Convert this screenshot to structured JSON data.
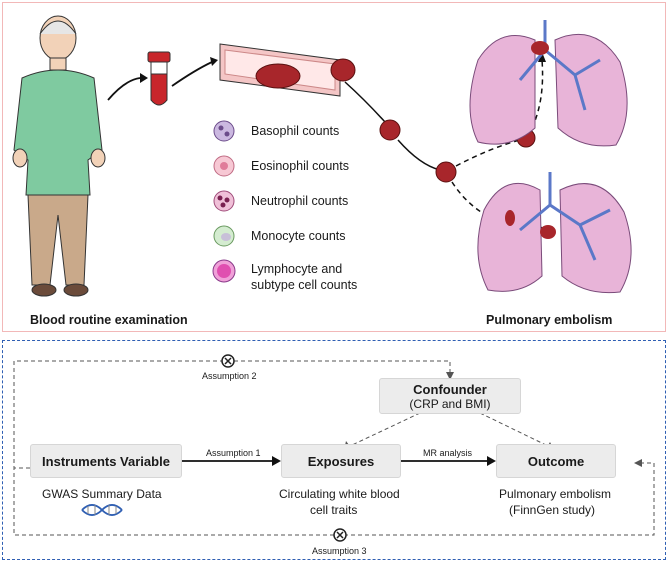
{
  "top_panel": {
    "cells": [
      {
        "label": "Basophil counts",
        "icon": "basophil-icon",
        "color": "#9b7fb6"
      },
      {
        "label": "Eosinophil counts",
        "icon": "eosinophil-icon",
        "color": "#f0a8b8"
      },
      {
        "label": "Neutrophil counts",
        "icon": "neutrophil-icon",
        "color": "#d88bb0"
      },
      {
        "label": "Monocyte counts",
        "icon": "monocyte-icon",
        "color": "#b8d8b0"
      },
      {
        "label": "Lymphocyte and",
        "label2": "subtype cell counts",
        "icon": "lymphocyte-icon",
        "color": "#e04fb0"
      }
    ],
    "left_caption": "Blood routine examination",
    "right_caption": "Pulmonary embolism"
  },
  "bottom_panel": {
    "confounder_title": "Confounder",
    "confounder_sub": "(CRP and BMI)",
    "assumption2": "Assumption 2",
    "assumption1": "Assumption 1",
    "assumption3": "Assumption 3",
    "mr_label": "MR analysis",
    "iv_title": "Instruments Variable",
    "iv_sub": "GWAS Summary Data",
    "exposures_title": "Exposures",
    "exposures_sub1": "Circulating white blood",
    "exposures_sub2": "cell traits",
    "outcome_title": "Outcome",
    "outcome_sub1": "Pulmonary embolism",
    "outcome_sub2": "(FinnGen study)"
  },
  "colors": {
    "top_border": "#f2b8b8",
    "bottom_border": "#2f5fb3",
    "clot": "#a8262b",
    "lung": "#e8b4d8",
    "vessel": "#5b78c8"
  }
}
